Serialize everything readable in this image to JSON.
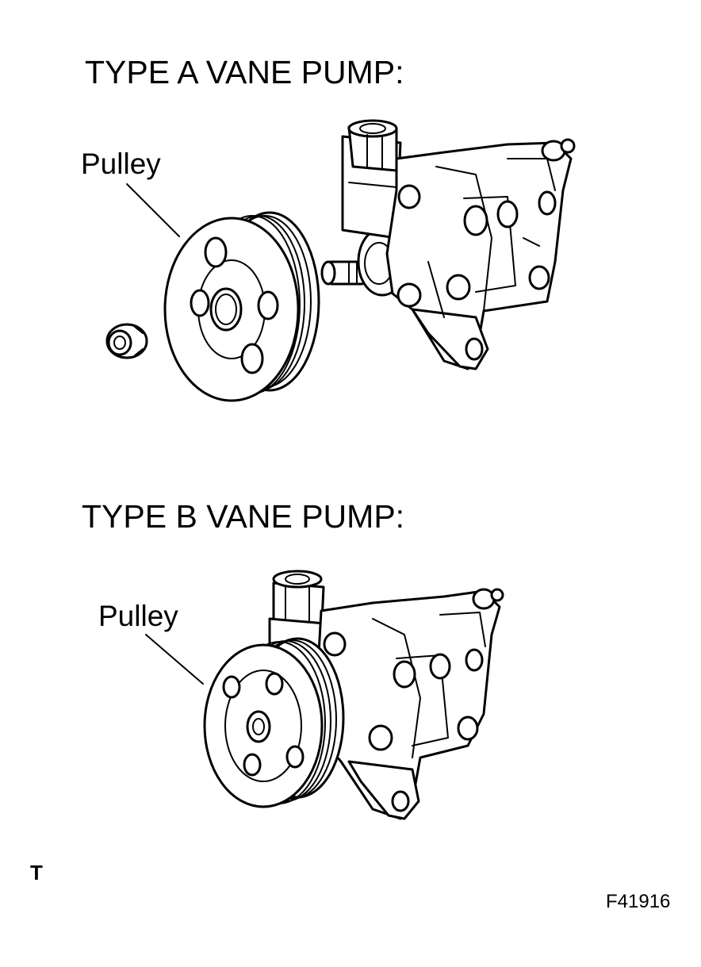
{
  "sections": [
    {
      "heading": "TYPE A VANE PUMP:",
      "callout": "Pulley"
    },
    {
      "heading": "TYPE B VANE PUMP:",
      "callout": "Pulley"
    }
  ],
  "corner_mark": "T",
  "figure_code": "F41916"
}
